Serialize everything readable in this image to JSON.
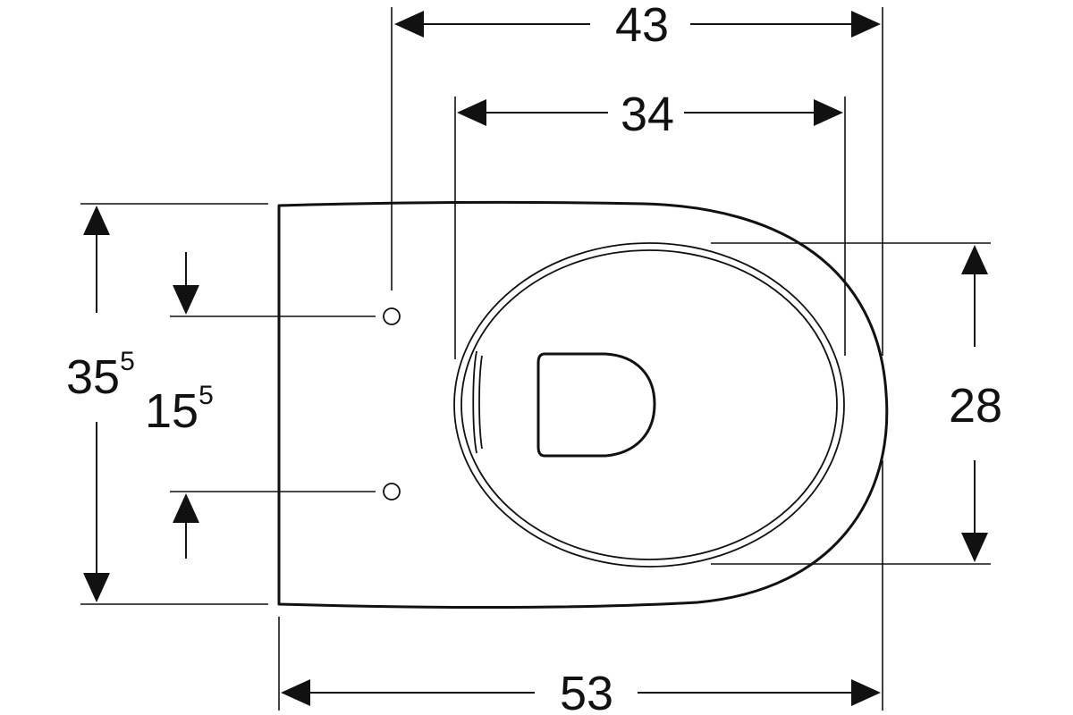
{
  "dimensions": {
    "top_overall": "43",
    "top_inner": "34",
    "right_height": "28",
    "bottom_overall": "53",
    "left_overall_main": "35",
    "left_overall_sup": "5",
    "left_inner_main": "15",
    "left_inner_sup": "5"
  },
  "colors": {
    "line": "#111111",
    "background": "#ffffff"
  }
}
